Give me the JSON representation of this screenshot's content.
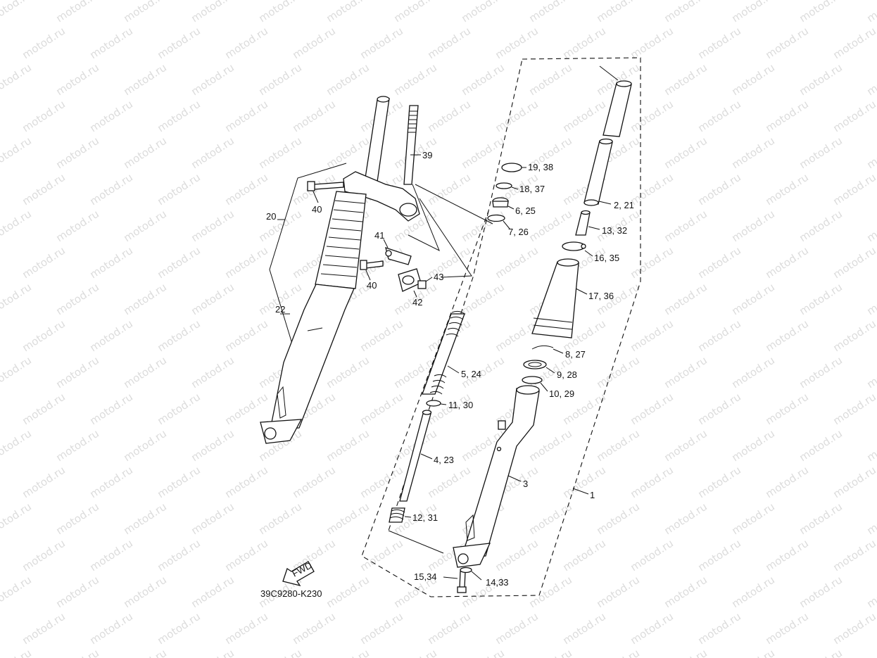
{
  "watermark": {
    "text": "motod.ru",
    "color": "#dcdcdc"
  },
  "diagram_code": "39C9280-K230",
  "fwd_label": "FWD",
  "callouts": [
    {
      "id": "c-39",
      "text": "39"
    },
    {
      "id": "c-40a",
      "text": "40"
    },
    {
      "id": "c-20",
      "text": "20"
    },
    {
      "id": "c-41",
      "text": "41"
    },
    {
      "id": "c-40b",
      "text": "40"
    },
    {
      "id": "c-43",
      "text": "43"
    },
    {
      "id": "c-42",
      "text": "42"
    },
    {
      "id": "c-22",
      "text": "22"
    },
    {
      "id": "c-19-38",
      "text": "19, 38"
    },
    {
      "id": "c-18-37",
      "text": "18, 37"
    },
    {
      "id": "c-6-25",
      "text": "6, 25"
    },
    {
      "id": "c-7-26",
      "text": "7, 26"
    },
    {
      "id": "c-2-21",
      "text": "2, 21"
    },
    {
      "id": "c-13-32",
      "text": "13, 32"
    },
    {
      "id": "c-16-35",
      "text": "16, 35"
    },
    {
      "id": "c-17-36",
      "text": "17, 36"
    },
    {
      "id": "c-8-27",
      "text": "8, 27"
    },
    {
      "id": "c-9-28",
      "text": "9, 28"
    },
    {
      "id": "c-10-29",
      "text": "10, 29"
    },
    {
      "id": "c-5-24",
      "text": "5, 24"
    },
    {
      "id": "c-11-30",
      "text": "11, 30"
    },
    {
      "id": "c-4-23",
      "text": "4, 23"
    },
    {
      "id": "c-3",
      "text": "3"
    },
    {
      "id": "c-1",
      "text": "1"
    },
    {
      "id": "c-12-31",
      "text": "12, 31"
    },
    {
      "id": "c-15-34",
      "text": "15,34"
    },
    {
      "id": "c-14-33",
      "text": "14,33"
    }
  ]
}
